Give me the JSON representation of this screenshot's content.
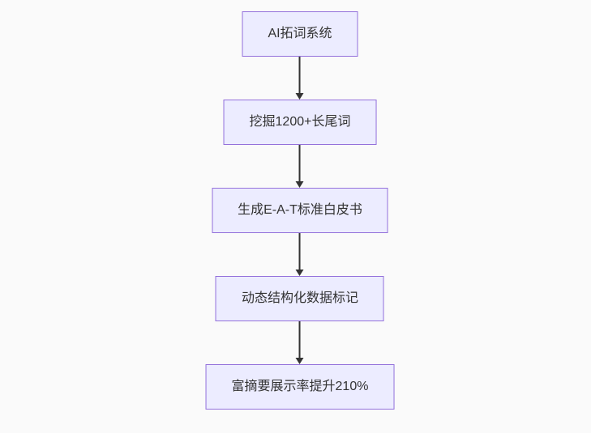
{
  "flowchart": {
    "direction": "top-down",
    "nodes": [
      {
        "id": "ai-keyword-system",
        "label": "AI拓词系统"
      },
      {
        "id": "longtail-mining",
        "label": "挖掘1200+长尾词"
      },
      {
        "id": "eat-whitepaper",
        "label": "生成E-A-T标准白皮书"
      },
      {
        "id": "structured-data",
        "label": "动态结构化数据标记"
      },
      {
        "id": "rich-snippet-result",
        "label": "富摘要展示率提升210%"
      }
    ],
    "edges": [
      {
        "from": 0,
        "to": 1
      },
      {
        "from": 1,
        "to": 2
      },
      {
        "from": 2,
        "to": 3
      },
      {
        "from": 3,
        "to": 4
      }
    ],
    "colors": {
      "node_fill": "#ECECFF",
      "node_border": "#9370DB",
      "text": "#333333",
      "arrow": "#333333",
      "background": "#FAFAFA"
    }
  }
}
